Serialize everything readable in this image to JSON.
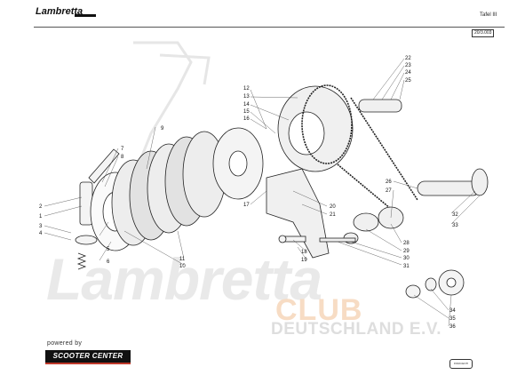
{
  "header": {
    "brand_logo": "Lambretta",
    "page_label": "Tafel  III",
    "ref_code": "20/3.003"
  },
  "watermark": {
    "word": "Lambretta",
    "club": "CLUB",
    "country": "DEUTSCHLAND E.V."
  },
  "footer": {
    "powered_by": "powered by",
    "sponsor_logo": "SCOOTER CENTER",
    "small_logo": "INNOCENTI"
  },
  "part_numbers": {
    "left": [
      "1",
      "2",
      "3",
      "4",
      "5",
      "6",
      "7",
      "8",
      "9",
      "10",
      "11"
    ],
    "center": [
      "12",
      "13",
      "14",
      "15",
      "16",
      "17",
      "18",
      "19",
      "20",
      "21"
    ],
    "right": [
      "22",
      "23",
      "24",
      "25",
      "26",
      "27",
      "28",
      "29",
      "30",
      "31",
      "32",
      "33",
      "34",
      "35",
      "36"
    ]
  }
}
